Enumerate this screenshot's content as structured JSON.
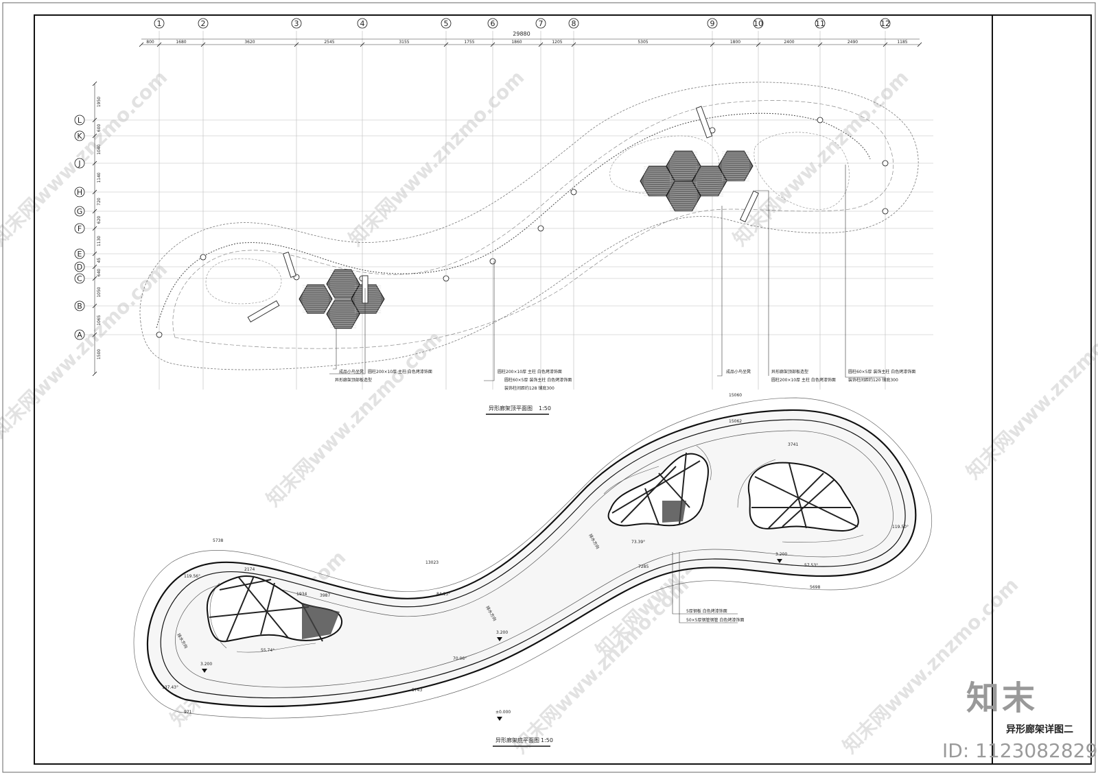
{
  "drawing": {
    "title": "异形廊架详图二",
    "logo_text": "知末",
    "id_text": "ID: 1123082829",
    "watermark": "知末网www.znzmo.com"
  },
  "top_plan": {
    "title": "异形廊架顶平面图",
    "scale": "1:50",
    "total_dim": "29880",
    "column_axes": [
      "1",
      "2",
      "3",
      "4",
      "5",
      "6",
      "7",
      "8",
      "9",
      "10",
      "11",
      "12"
    ],
    "column_dims": [
      "800",
      "1680",
      "3620",
      "2545",
      "3155",
      "1755",
      "1860",
      "1205",
      "5305",
      "1800",
      "2400",
      "2490",
      "1185"
    ],
    "row_axes": [
      "L",
      "K",
      "J",
      "H",
      "G",
      "F",
      "E",
      "D",
      "C",
      "B",
      "A"
    ],
    "row_dims": [
      "1950",
      "600",
      "1040",
      "1140",
      "720",
      "620",
      "1130",
      "45",
      "640",
      "1050",
      "1065",
      "1500"
    ],
    "notes_left": [
      "成品小鸟坐凳",
      "异形廊架顶部板造型"
    ],
    "note_mid_1": "圆柱200×10厚 主柱 白色烤漆饰面",
    "notes_center": [
      "圆柱200×10厚 主柱 白色烤漆饰面",
      "圆柱60×5厚 装饰主柱 白色烤漆饰面",
      "装饰柱间距约128 铺底300"
    ],
    "note_right_1": "成品小鸟坐凳",
    "notes_right_2": [
      "异形廊架顶部板造型",
      "圆柱200×10厚 主柱 白色烤漆饰面"
    ],
    "notes_far_right": [
      "圆柱60×5厚 装饰主柱 白色烤漆饰面",
      "装饰柱间距约120 铺底300"
    ]
  },
  "bottom_plan": {
    "title": "异形廊架底平面图",
    "scale": "1:50",
    "elevations": [
      "3.200",
      "3.200",
      "3.200",
      "±0.000"
    ],
    "radii": [
      "15060",
      "15062",
      "13023",
      "7285",
      "5698",
      "3741",
      "2174",
      "1934",
      "3987",
      "5738",
      "971",
      "5743"
    ],
    "angles": [
      "119.56°",
      "137.43°",
      "84.13°",
      "73.39°",
      "57.53°",
      "119.50°",
      "55.74°",
      "70.06°"
    ],
    "notes": [
      "5厚钢板 白色烤漆饰面",
      "50×5厚钢管钢管 白色烤漆饰面"
    ],
    "labels": [
      "排水方向",
      "排水方向",
      "排水方向"
    ]
  }
}
